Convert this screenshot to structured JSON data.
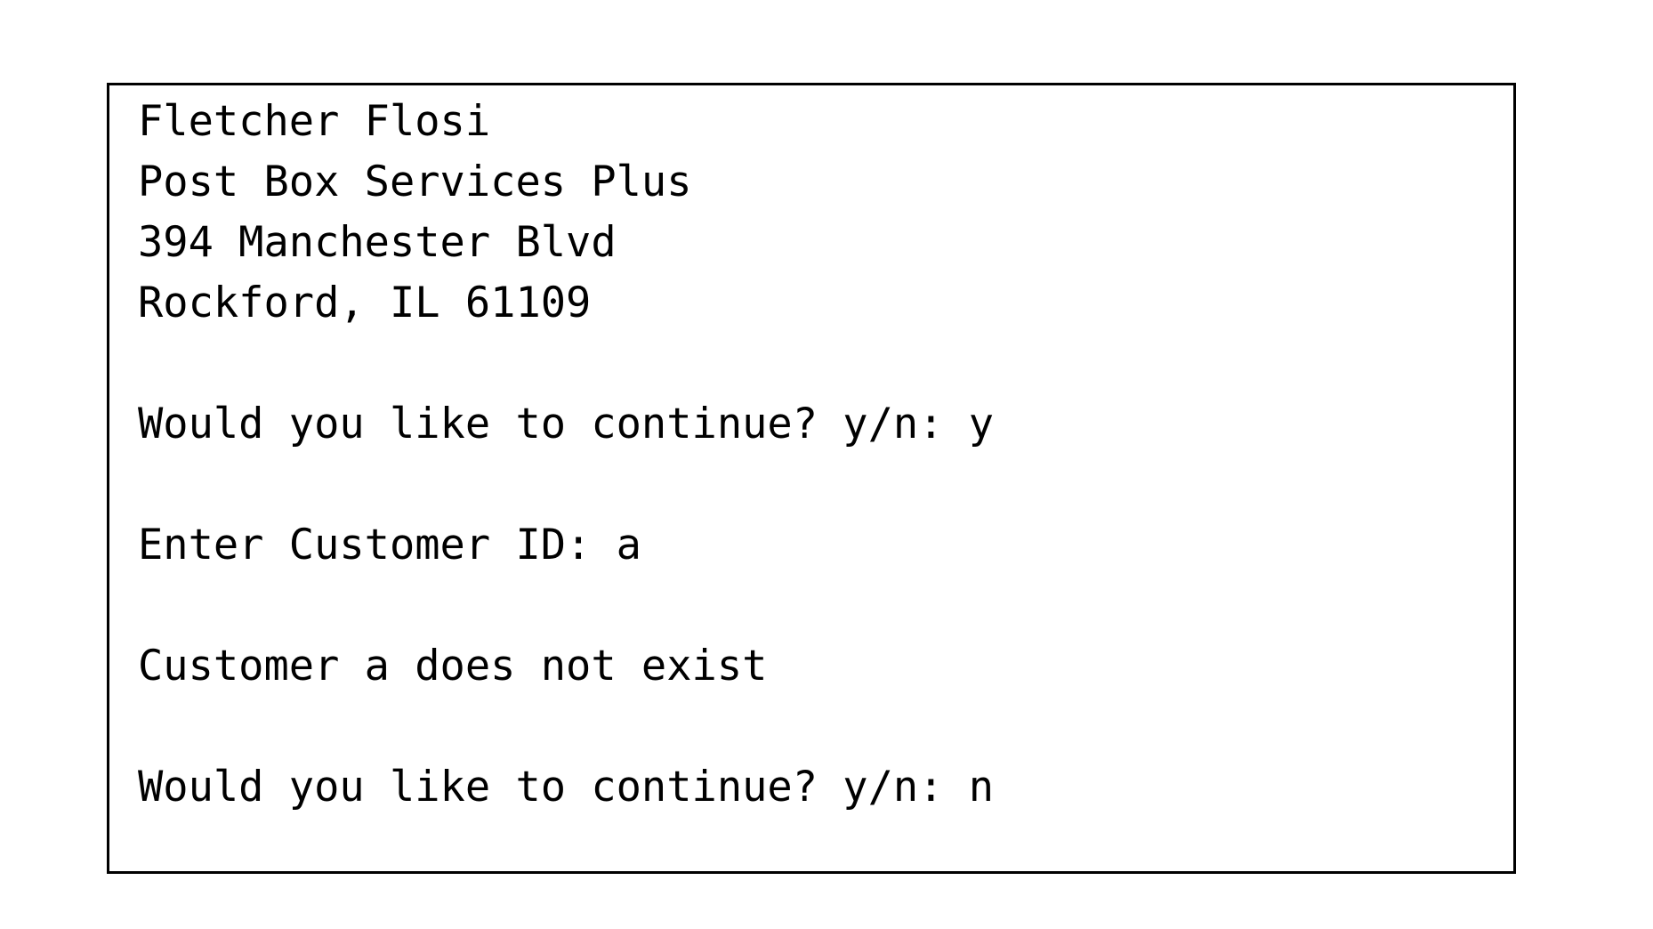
{
  "console": {
    "lines": [
      "Fletcher Flosi",
      "Post Box Services Plus",
      "394 Manchester Blvd",
      "Rockford, IL 61109",
      "",
      "Would you like to continue? y/n: y",
      "",
      "Enter Customer ID: a",
      "",
      "Customer a does not exist",
      "",
      "Would you like to continue? y/n: n"
    ],
    "colors": {
      "text": "#000000",
      "background": "#ffffff",
      "border": "#000000"
    }
  }
}
